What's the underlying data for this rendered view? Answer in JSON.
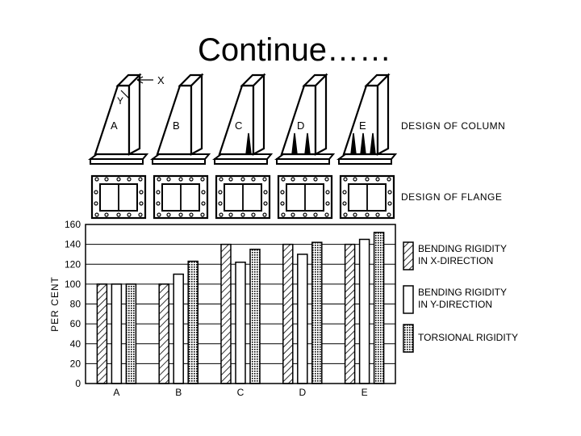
{
  "slide": {
    "title": "Continue……"
  },
  "axis_markers": {
    "x": "X",
    "y": "Y"
  },
  "columns": [
    {
      "letter": "A",
      "ribs": 0
    },
    {
      "letter": "B",
      "ribs": 0
    },
    {
      "letter": "C",
      "ribs": 1
    },
    {
      "letter": "D",
      "ribs": 2
    },
    {
      "letter": "E",
      "ribs": 3
    }
  ],
  "labels": {
    "design_column": "DESIGN OF COLUMN",
    "design_flange": "DESIGN OF FLANGE"
  },
  "chart_data": {
    "type": "bar",
    "categories": [
      "A",
      "B",
      "C",
      "D",
      "E"
    ],
    "ylabel": "PER CENT",
    "xlabel": "",
    "ylim": [
      0,
      160
    ],
    "yticks": [
      0,
      20,
      40,
      60,
      80,
      100,
      120,
      140,
      160
    ],
    "grid": true,
    "legend_position": "right",
    "series": [
      {
        "name_lines": [
          "BENDING RIGIDITY",
          "IN X-DIRECTION"
        ],
        "fill": "hatched",
        "values": [
          100,
          100,
          140,
          140,
          140
        ]
      },
      {
        "name_lines": [
          "BENDING RIGIDITY",
          "IN Y-DIRECTION"
        ],
        "fill": "white",
        "values": [
          100,
          110,
          122,
          130,
          145
        ]
      },
      {
        "name_lines": [
          "TORSIONAL RIGIDITY"
        ],
        "fill": "dotted",
        "values": [
          100,
          123,
          135,
          142,
          152
        ]
      }
    ]
  }
}
